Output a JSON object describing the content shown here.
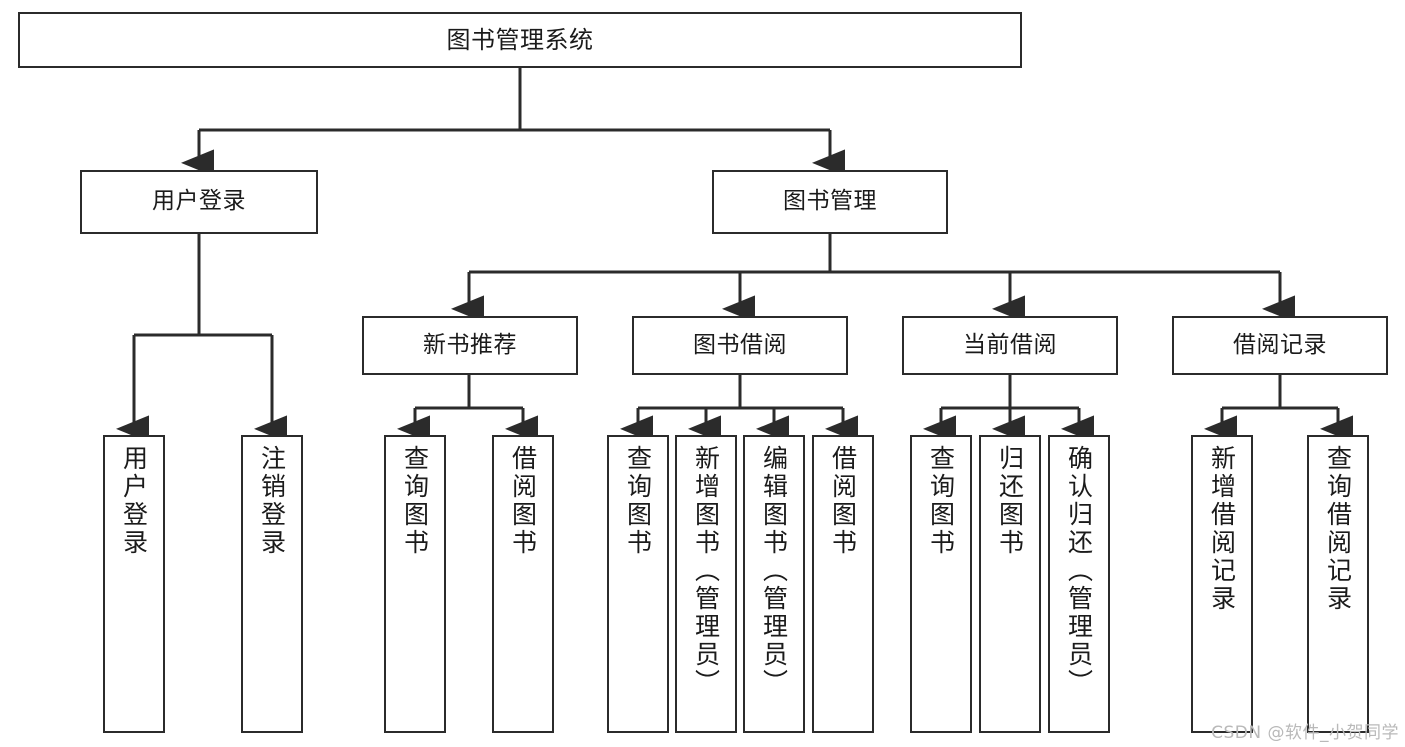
{
  "diagram": {
    "title": "图书管理系统",
    "type": "tree-hierarchy",
    "orientation": "top-down",
    "line_color": "#2b2b2b",
    "box_fill": "#ffffff",
    "background": "#ffffff",
    "nodes": {
      "root": {
        "label": "图书管理系统"
      },
      "level1": [
        {
          "id": "user-login",
          "label": "用户登录"
        },
        {
          "id": "book-management",
          "label": "图书管理"
        }
      ],
      "level2": [
        {
          "id": "new-book-recommend",
          "label": "新书推荐",
          "parent": "book-management"
        },
        {
          "id": "book-borrow",
          "label": "图书借阅",
          "parent": "book-management"
        },
        {
          "id": "current-borrow",
          "label": "当前借阅",
          "parent": "book-management"
        },
        {
          "id": "borrow-record",
          "label": "借阅记录",
          "parent": "book-management"
        }
      ],
      "leaves": [
        {
          "id": "leaf-user-login",
          "label": "用户登录",
          "parent": "user-login"
        },
        {
          "id": "leaf-user-logout",
          "label": "注销登录",
          "parent": "user-login"
        },
        {
          "id": "leaf-query-book-rec",
          "label": "查询图书",
          "parent": "new-book-recommend"
        },
        {
          "id": "leaf-borrow-book-rec",
          "label": "借阅图书",
          "parent": "new-book-recommend"
        },
        {
          "id": "leaf-query-book-borrow",
          "label": "查询图书",
          "parent": "book-borrow"
        },
        {
          "id": "leaf-add-book-admin",
          "label": "新增图书（管理员）",
          "parent": "book-borrow"
        },
        {
          "id": "leaf-edit-book-admin",
          "label": "编辑图书（管理员）",
          "parent": "book-borrow"
        },
        {
          "id": "leaf-borrow-book",
          "label": "借阅图书",
          "parent": "book-borrow"
        },
        {
          "id": "leaf-query-book-current",
          "label": "查询图书",
          "parent": "current-borrow"
        },
        {
          "id": "leaf-return-book",
          "label": "归还图书",
          "parent": "current-borrow"
        },
        {
          "id": "leaf-confirm-return-admin",
          "label": "确认归还（管理员）",
          "parent": "current-borrow"
        },
        {
          "id": "leaf-add-borrow-record",
          "label": "新增借阅记录",
          "parent": "borrow-record"
        },
        {
          "id": "leaf-query-borrow-record",
          "label": "查询借阅记录",
          "parent": "borrow-record"
        }
      ]
    }
  },
  "watermark": {
    "text": "CSDN @软件_小贺同学"
  }
}
